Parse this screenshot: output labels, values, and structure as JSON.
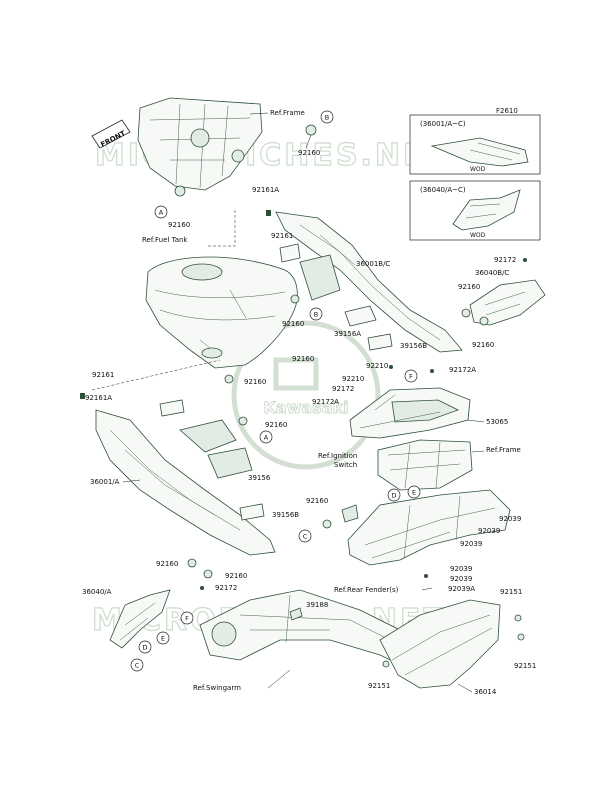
{
  "diagram": {
    "frame_code": "F2610",
    "watermark": {
      "text": "MICROFICHES.NET",
      "logo_text": "Kawasaki"
    },
    "front_tag": "FRONT",
    "insets": [
      {
        "code": "(36001/A~C)",
        "note": "WOD"
      },
      {
        "code": "(36040/A~C)",
        "note": "WOD"
      }
    ],
    "refs": {
      "frame_top": "Ref.Frame",
      "fuel_tank": "Ref.Fuel Tank",
      "ignition_switch_line1": "Ref.Ignition",
      "ignition_switch_line2": "Switch",
      "frame_right": "Ref.Frame",
      "rear_fender": "Ref.Rear Fender(s)",
      "swingarm": "Ref.Swingarm"
    },
    "callouts": [
      "A",
      "B",
      "C",
      "D",
      "E",
      "F"
    ],
    "parts": {
      "p92160": "92160",
      "p92161": "92161",
      "p92161A": "92161A",
      "p36001BC": "36001B/C",
      "p36001A": "36001/A",
      "p36040BC": "36040B/C",
      "p36040A": "36040/A",
      "p92172": "92172",
      "p92172A": "92172A",
      "p39156": "39156",
      "p39156A": "39156A",
      "p39156B": "39156B",
      "p92210": "92210",
      "p53065": "53065",
      "p92039": "92039",
      "p92039A": "92039A",
      "p39188": "39188",
      "p92151": "92151",
      "p36014": "36014"
    }
  }
}
